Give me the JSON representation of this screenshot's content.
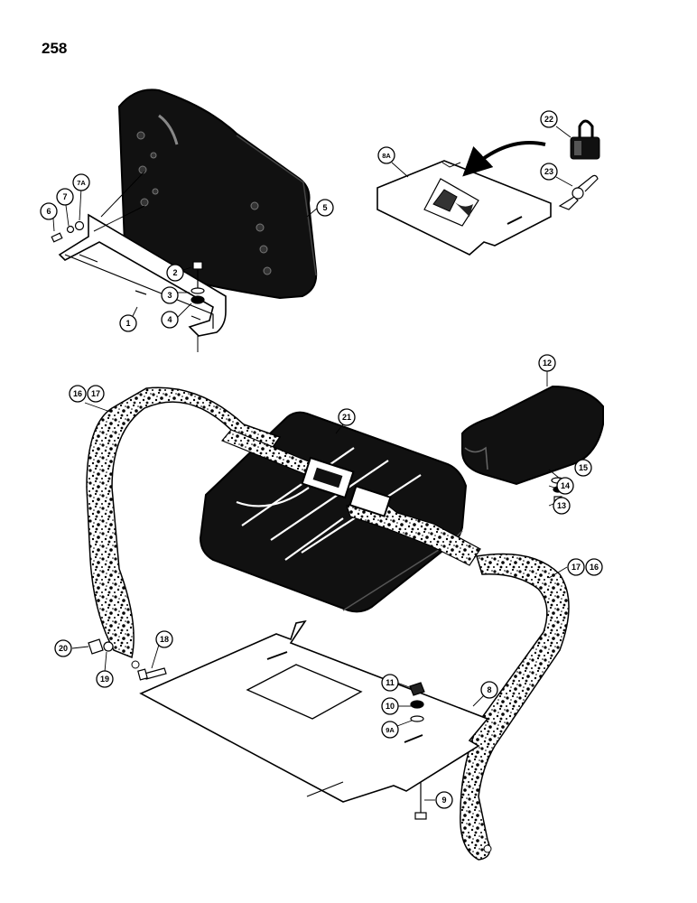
{
  "page_number": "258",
  "colors": {
    "ink": "#000000",
    "paper": "#ffffff",
    "part_fill": "#111111",
    "strap_fill": "#ffffff"
  },
  "callouts": {
    "c1": "1",
    "c2": "2",
    "c3": "3",
    "c4": "4",
    "c5": "5",
    "c6": "6",
    "c7": "7",
    "c7a": "7A",
    "c8": "8",
    "c8a": "8A",
    "c9": "9",
    "c9a": "9A",
    "c10": "10",
    "c11": "11",
    "c12": "12",
    "c13": "13",
    "c14": "14",
    "c15": "15",
    "c16a": "16",
    "c17a": "17",
    "c17b": "17",
    "c16b": "16",
    "c18": "18",
    "c19": "19",
    "c20": "20",
    "c21": "21",
    "c22": "22",
    "c23": "23"
  }
}
